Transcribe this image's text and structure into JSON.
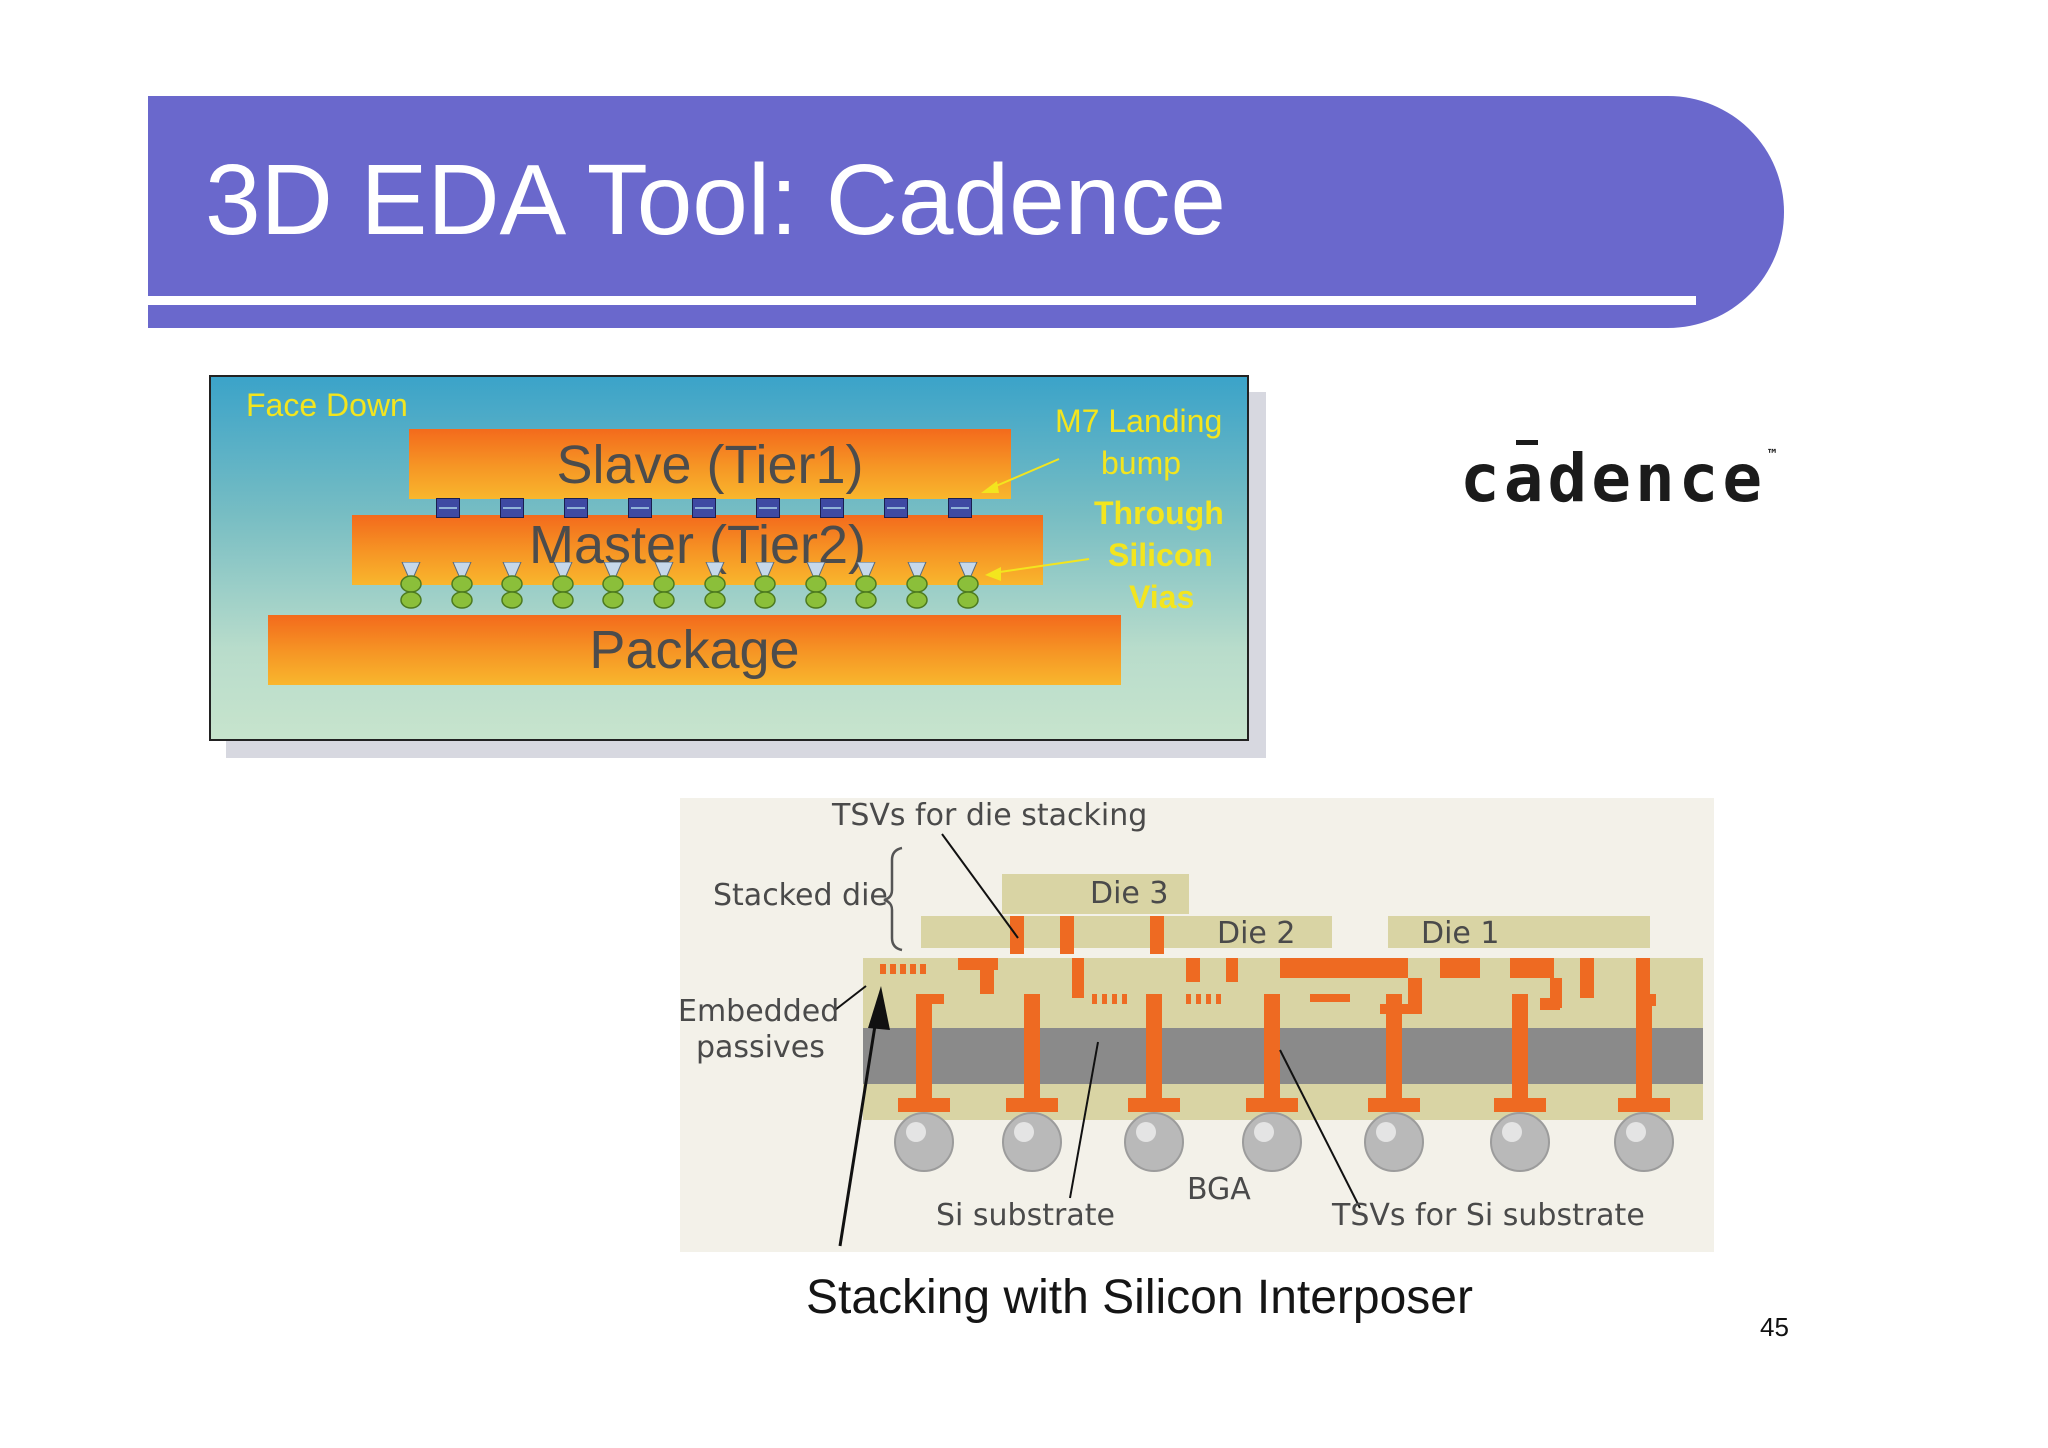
{
  "slide": {
    "title": "3D EDA Tool: Cadence",
    "page_number": "45",
    "colors": {
      "title_band": "#6a68cc",
      "layer_orange": "#f36a1c",
      "label_yellow": "#f3e51e",
      "tsv_orange": "#ee6a22"
    }
  },
  "diagram1": {
    "face_down": "Face Down",
    "slave": "Slave (Tier1)",
    "master": "Master (Tier2)",
    "package": "Package",
    "m7_landing": "M7 Landing",
    "bump": "bump",
    "through": "Through",
    "silicon": "Silicon",
    "vias": "Vias"
  },
  "logo": {
    "text": "cadence",
    "tm": "™"
  },
  "diagram2": {
    "tsvs_die_stacking": "TSVs for die stacking",
    "stacked_die": "Stacked die",
    "die3": "Die 3",
    "die2": "Die 2",
    "die1": "Die 1",
    "embedded": "Embedded",
    "passives": "passives",
    "si_substrate": "Si substrate",
    "bga": "BGA",
    "tsvs_si_substrate": "TSVs for Si substrate",
    "caption": "Stacking with Silicon Interposer"
  }
}
